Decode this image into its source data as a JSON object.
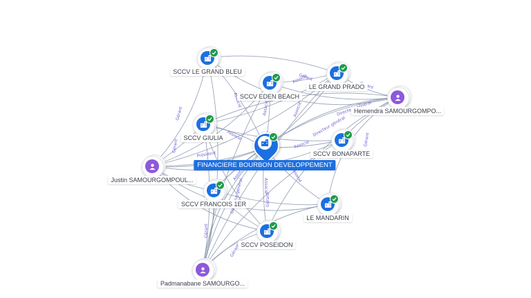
{
  "center": {
    "label": "FINANCIERE BOURBON DEVELOPPEMENT",
    "icon": "building-icon",
    "status": "check-icon"
  },
  "companies": [
    {
      "id": "grand-bleu",
      "label": "SCCV LE GRAND BLEU",
      "icon": "building-icon"
    },
    {
      "id": "eden-beach",
      "label": "SCCV EDEN BEACH",
      "icon": "building-icon"
    },
    {
      "id": "grand-prado",
      "label": "LE GRAND PRADO",
      "icon": "building-icon"
    },
    {
      "id": "giulia",
      "label": "SCCV GIULIA",
      "icon": "building-icon"
    },
    {
      "id": "bonaparte",
      "label": "SCCV BONAPARTE",
      "icon": "building-icon"
    },
    {
      "id": "francois",
      "label": "SCCV FRANCOIS 1ER",
      "icon": "building-icon"
    },
    {
      "id": "mandarin",
      "label": "LE MANDARIN",
      "icon": "building-icon"
    },
    {
      "id": "poseidon",
      "label": "SCCV POSEIDON",
      "icon": "building-icon"
    }
  ],
  "persons": [
    {
      "id": "hemendra",
      "label": "Hemendra SAMOURGOMPO...",
      "icon": "person-icon"
    },
    {
      "id": "justin",
      "label": "Justin SAMOURGOMPOUL...",
      "icon": "person-icon"
    },
    {
      "id": "padmanabane",
      "label": "Padmanabane SAMOURGO...",
      "icon": "person-icon"
    }
  ],
  "edge_labels": {
    "gerant": "Gérant",
    "associe": "Associé",
    "president": "Président",
    "directeur": "Directeur général"
  },
  "colors": {
    "company": "#1c6fe0",
    "person": "#8e58dc",
    "check": "#1e9a4b",
    "edge": "#8a96ad",
    "edge_label": "#6f62d6"
  }
}
